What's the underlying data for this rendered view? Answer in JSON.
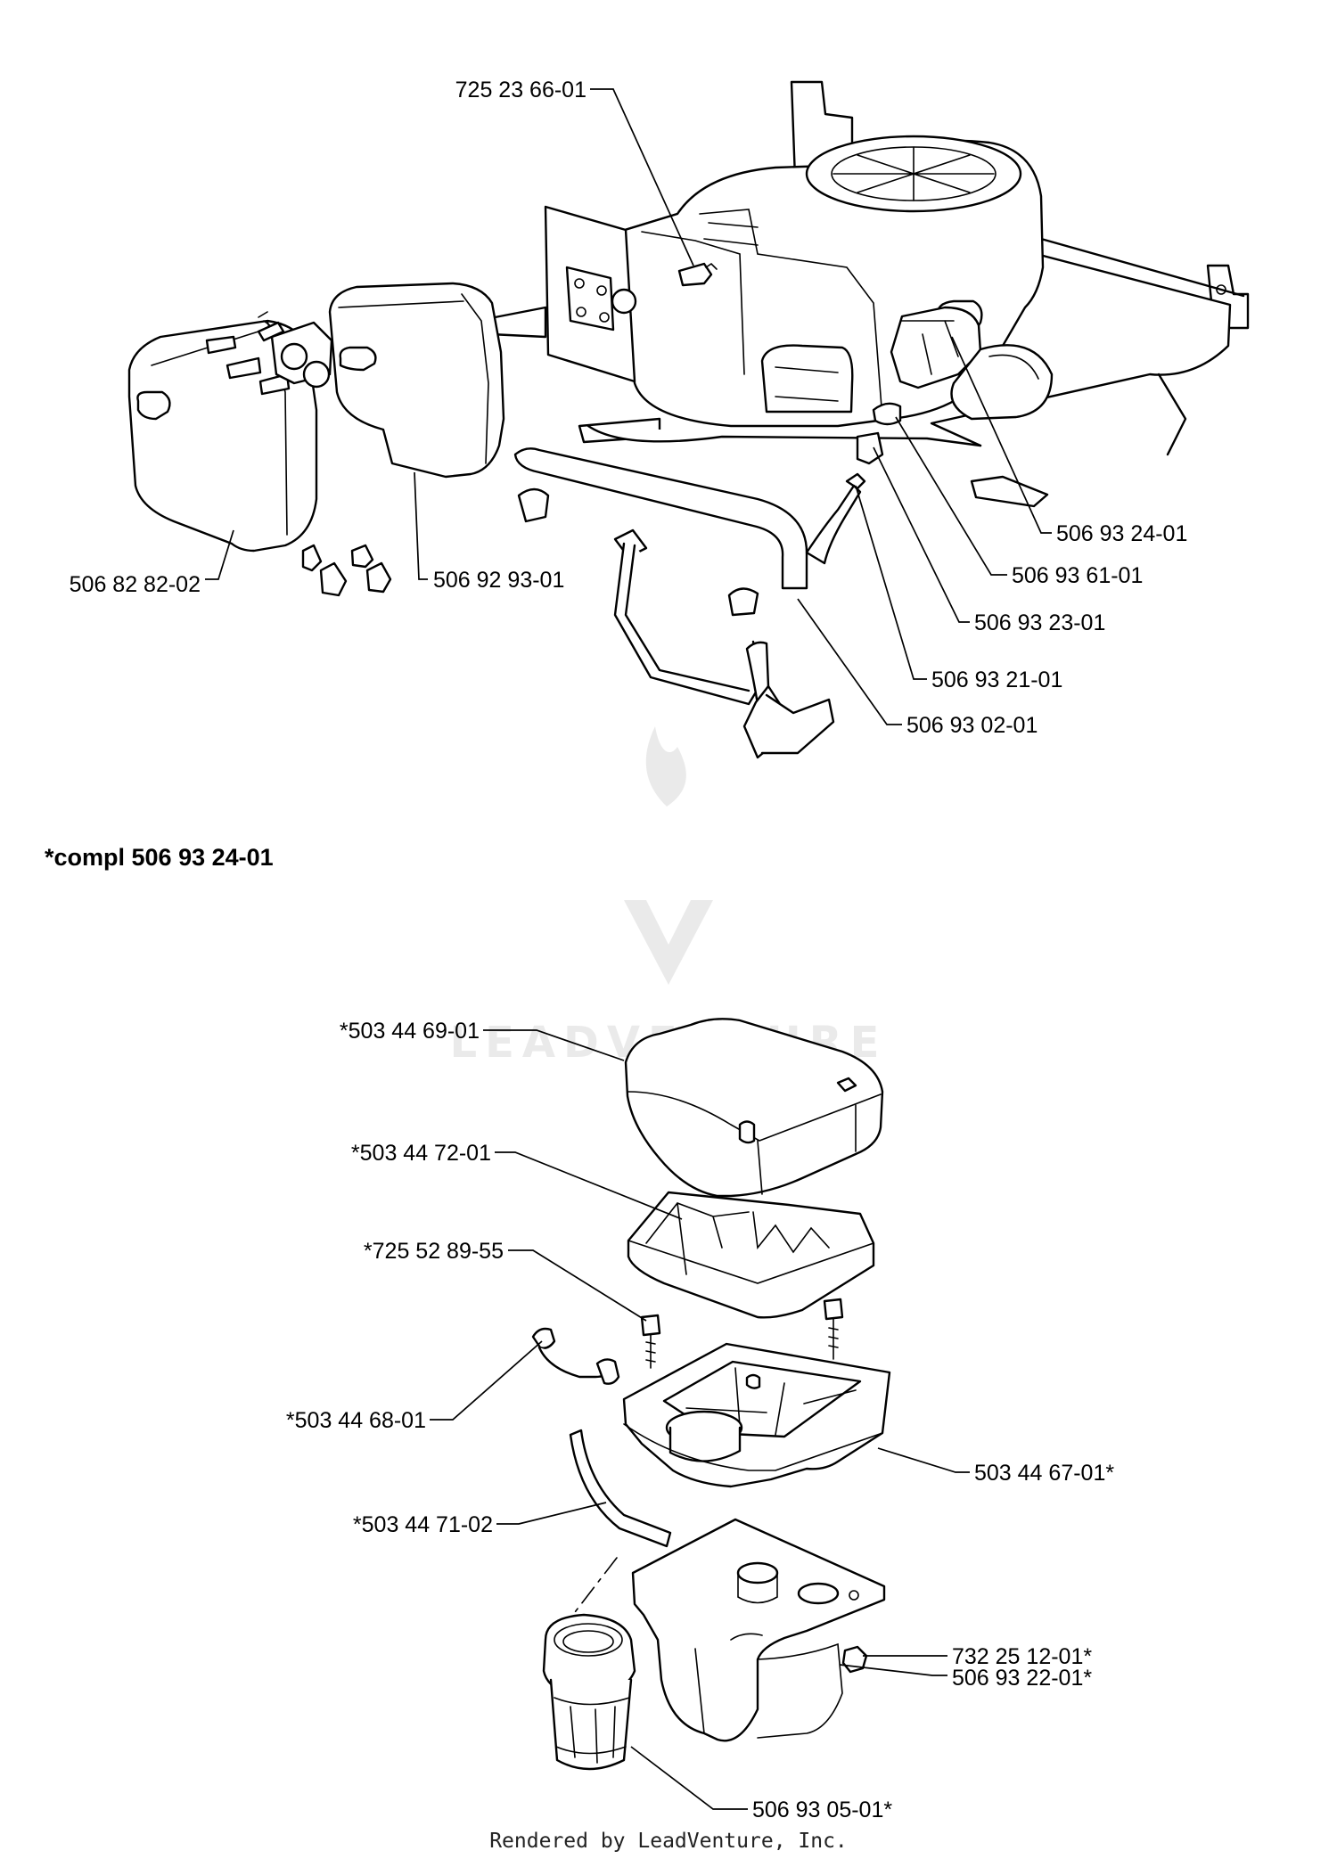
{
  "diagram": {
    "heading": "*compl 506 93 24-01",
    "footer": "Rendered by LeadVenture, Inc.",
    "watermark": "LEADVENTURE",
    "labels": {
      "p_725_23_66_01": "725 23 66-01",
      "p_506_93_24_01": "506 93 24-01",
      "p_506_93_61_01": "506 93 61-01",
      "p_506_82_82_02": "506 82 82-02",
      "p_506_92_93_01": "506 92 93-01",
      "p_506_93_23_01": "506 93 23-01",
      "p_506_93_21_01": "506 93 21-01",
      "p_506_93_02_01": "506 93 02-01",
      "p_503_44_69_01": "*503 44 69-01",
      "p_503_44_72_01": "*503 44 72-01",
      "p_725_52_89_55": "*725 52 89-55",
      "p_503_44_68_01": "*503 44 68-01",
      "p_503_44_67_01": "503 44 67-01*",
      "p_503_44_71_02": "*503 44 71-02",
      "p_732_25_12_01": "732 25 12-01*",
      "p_506_93_22_01": "506 93 22-01*",
      "p_506_93_05_01": "506 93 05-01*"
    }
  }
}
